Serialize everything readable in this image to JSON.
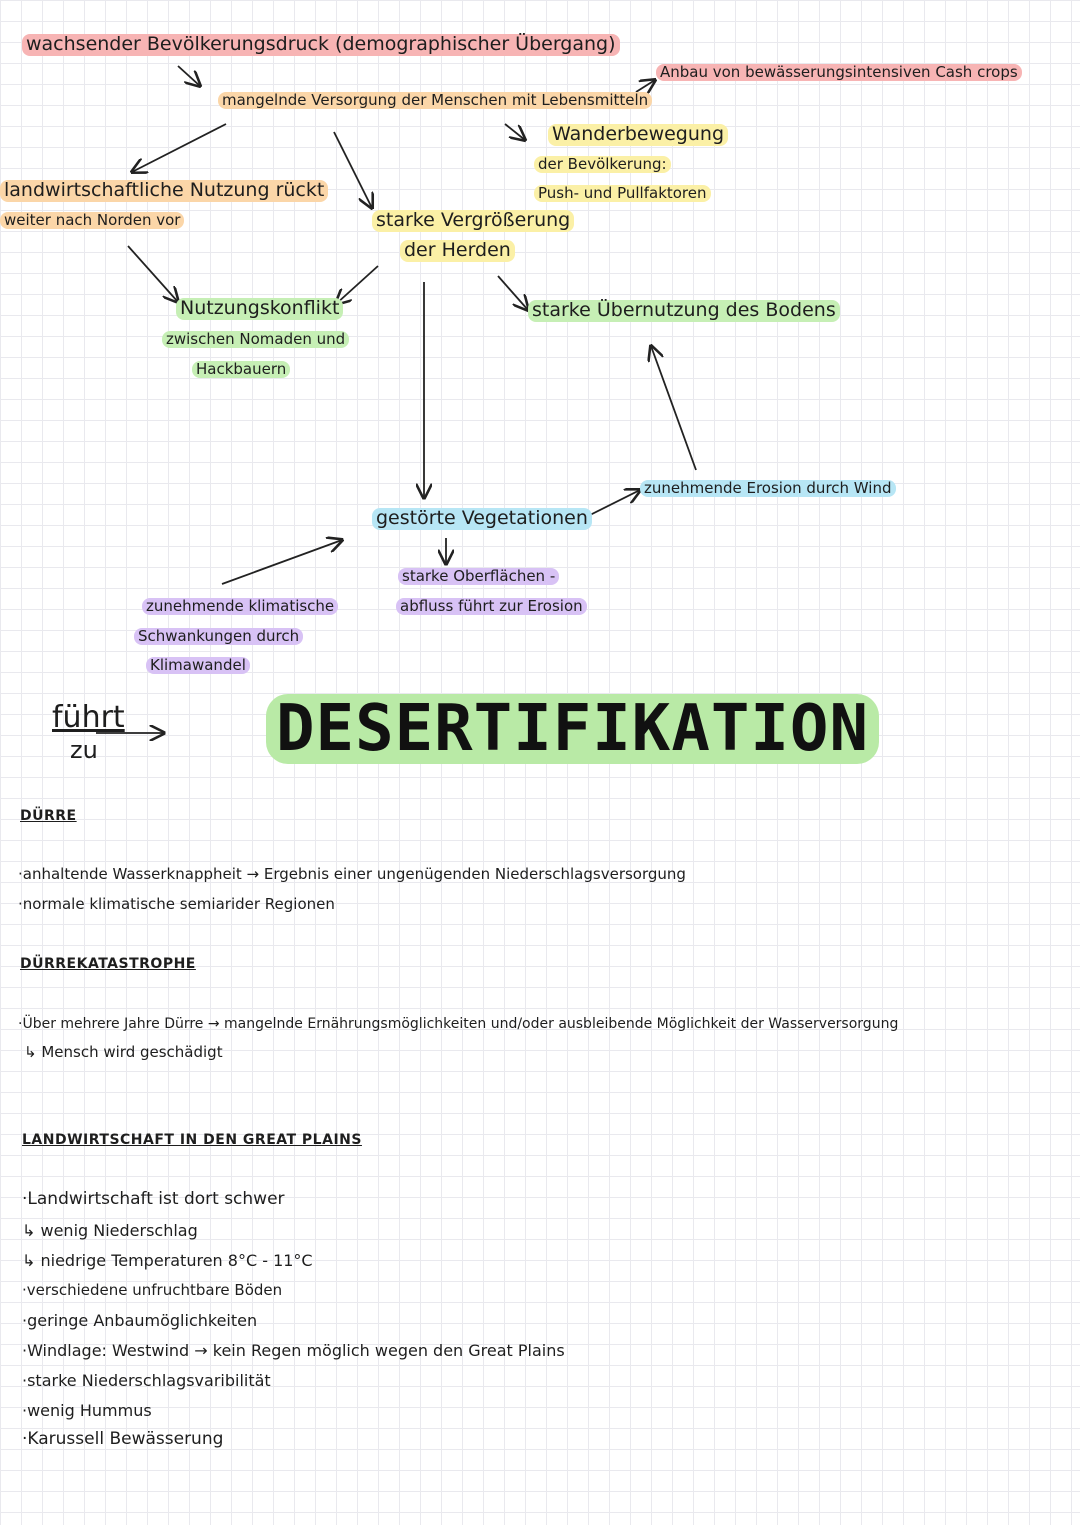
{
  "mindmap": {
    "bevoelkerungsdruck": "wachsender Bevölkerungsdruck (demographischer Übergang)",
    "versorgung": "mangelnde Versorgung der Menschen mit Lebensmitteln",
    "cash_crops": "Anbau von bewässerungsintensiven Cash crops",
    "wanderbewegung": [
      "Wanderbewegung",
      "der Bevölkerung:",
      "Push- und Pullfaktoren"
    ],
    "landwirtschaft": [
      "landwirtschaftliche Nutzung rückt",
      "weiter nach Norden vor"
    ],
    "herden": [
      "starke Vergrößerung",
      "der Herden"
    ],
    "nutzungskonflikt": [
      "Nutzungskonflikt",
      "zwischen Nomaden und",
      "Hackbauern"
    ],
    "uebernutzung": "starke Übernutzung des Bodens",
    "erosion_wind": "zunehmende Erosion durch Wind",
    "vegetation": "gestörte Vegetationen",
    "abfluss": [
      "starke Oberflächen -",
      "abfluss führt zur Erosion"
    ],
    "klima": [
      "zunehmende klimatische",
      "Schwankungen durch",
      "Klimawandel"
    ]
  },
  "fuehrt_zu": {
    "top": "führt",
    "bottom": "zu"
  },
  "title": "DESERTIFIKATION",
  "sections": {
    "duerre": {
      "heading": "DÜRRE",
      "lines": [
        "·anhaltende Wasserknappheit → Ergebnis einer ungenügenden Niederschlagsversorgung",
        "·normale klimatische semiarider Regionen"
      ]
    },
    "katastrophe": {
      "heading": "DÜRREKATASTROPHE",
      "lines": [
        "·Über mehrere Jahre Dürre → mangelnde Ernährungsmöglichkeiten und/oder ausbleibende Möglichkeit der Wasserversorgung",
        "↳ Mensch wird geschädigt"
      ]
    },
    "great_plains": {
      "heading": "LANDWIRTSCHAFT IN DEN GREAT PLAINS",
      "lines": [
        "·Landwirtschaft ist dort schwer",
        "↳ wenig Niederschlag",
        "↳ niedrige Temperaturen 8°C - 11°C",
        "·verschiedene unfruchtbare Böden",
        "·geringe Anbaumöglichkeiten",
        "·Windlage: Westwind → kein Regen möglich wegen den Great Plains",
        "·starke Niederschlagsvaribilität",
        "·wenig Hummus",
        "·Karussell Bewässerung"
      ]
    }
  }
}
